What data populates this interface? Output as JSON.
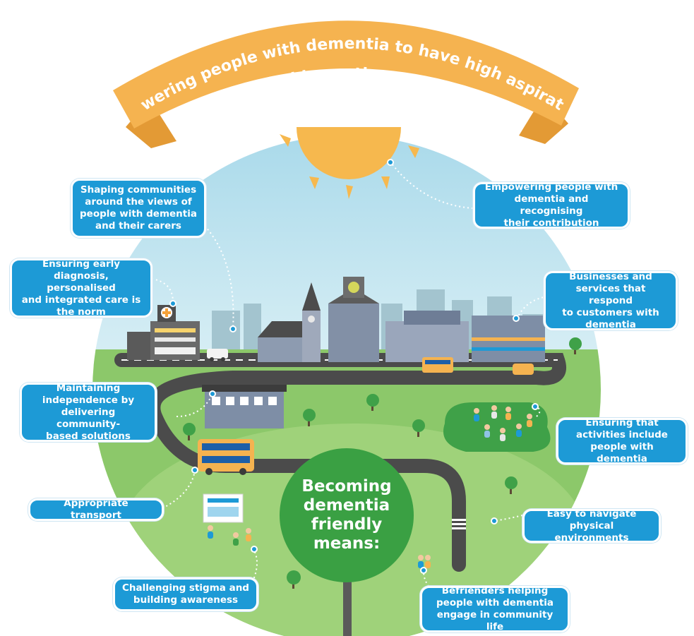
{
  "banner": {
    "line1": "Empowering people with dementia to have high aspirations,",
    "line2": "confidence and know they can contribute"
  },
  "center": {
    "text": "Becoming\ndementia\nfriendly\nmeans:"
  },
  "callouts": {
    "shaping": "Shaping communities\naround the views of\npeople with dementia\nand their carers",
    "empowering": "Empowering people with\ndementia and recognising\ntheir contribution",
    "diagnosis": "Ensuring early\ndiagnosis, personalised\nand integrated care is\nthe norm",
    "businesses": "Businesses and\nservices that respond\nto customers with\ndementia",
    "independence": "Maintaining\nindependence by\ndelivering community-\nbased solutions",
    "activities": "Ensuring that\nactivities include\npeople with dementia",
    "transport": "Appropriate transport",
    "navigate": "Easy to navigate\nphysical environments",
    "stigma": "Challenging stigma and\nbuilding awareness",
    "befrienders": "Befrienders helping\npeople with dementia\nengage in community life"
  },
  "colors": {
    "banner": "#f5b350",
    "banner_shade": "#e39a35",
    "sky": "#bfe3ef",
    "grass": "#8cc86a",
    "road": "#4b4b4b",
    "center_circle": "#3aa043",
    "callout": "#1d9ad6",
    "sun": "#f6b84e"
  }
}
